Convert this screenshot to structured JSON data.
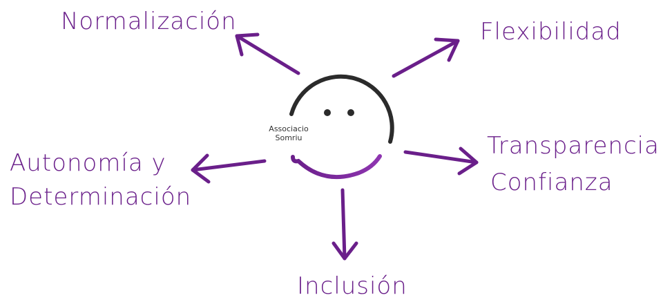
{
  "labels": {
    "normalizacion": "Normalización",
    "flexibilidad": "Flexibilidad",
    "autonomia_line1": "Autonomía y",
    "autonomia_line2": "Determinación",
    "transparencia_line1": "Transparencia y",
    "transparencia_line2": "Confianza",
    "inclusion": "Inclusión"
  },
  "logo": {
    "line1": "Associacio",
    "line2": "Somriu"
  },
  "colors": {
    "accent": "#6a1f8a",
    "face": "#2b2b2b"
  }
}
